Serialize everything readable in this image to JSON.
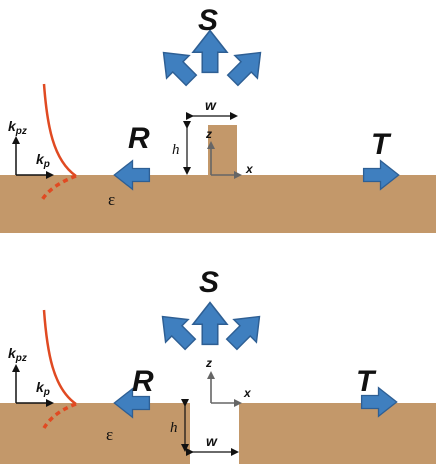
{
  "colors": {
    "substrate": "#c3986a",
    "arrow_fill": "#3f7fbf",
    "arrow_stroke": "#2e5f94",
    "decay_curve": "#e04a22",
    "axis_gray": "#666666",
    "text": "#111111"
  },
  "top_panel": {
    "feature": "ridge",
    "scattered_label": "S",
    "reflected_label": "R",
    "transmitted_label": "T",
    "width_label": "w",
    "height_label": "h",
    "x_axis_label": "x",
    "z_axis_label": "z",
    "permittivity_label": "ε",
    "kpz_main": "k",
    "kpz_sub": "pz",
    "kp_main": "k",
    "kp_sub": "p"
  },
  "bottom_panel": {
    "feature": "groove",
    "scattered_label": "S",
    "reflected_label": "R",
    "transmitted_label": "T",
    "width_label": "w",
    "height_label": "h",
    "x_axis_label": "x",
    "z_axis_label": "z",
    "permittivity_label": "ε",
    "kpz_main": "k",
    "kpz_sub": "pz",
    "kp_main": "k",
    "kp_sub": "p"
  }
}
